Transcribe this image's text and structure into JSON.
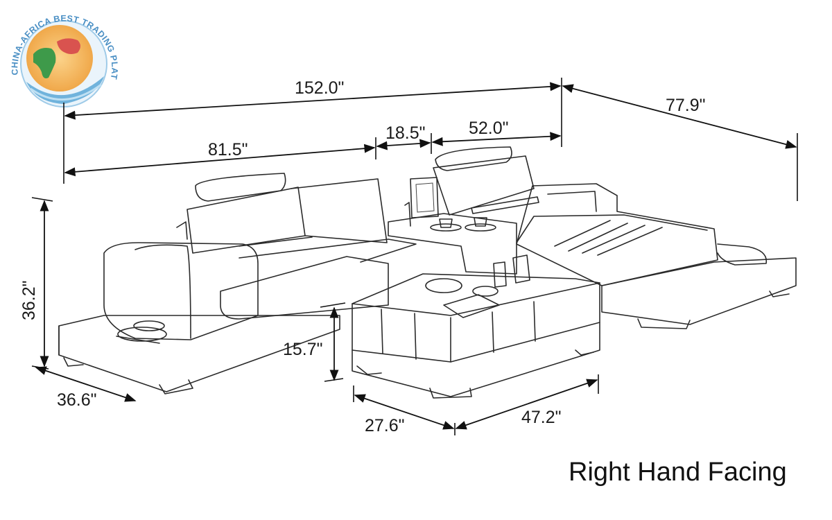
{
  "logo": {
    "text": "CHINA-AFRICA BEST TRADING PLATFORM",
    "colors": {
      "ring": "#5aa7d6",
      "sun": "#f2b75a",
      "africa": "#3e9a4a",
      "china": "#d9534f"
    }
  },
  "dimensions": {
    "overall_length": "152.0\"",
    "chaise_depth": "77.9\"",
    "left_section": "81.5\"",
    "side_table": "18.5\"",
    "right_section": "52.0\"",
    "height": "36.2\"",
    "depth": "36.6\"",
    "table_height": "15.7\"",
    "table_depth": "27.6\"",
    "table_length": "47.2\""
  },
  "caption": "Right Hand Facing"
}
